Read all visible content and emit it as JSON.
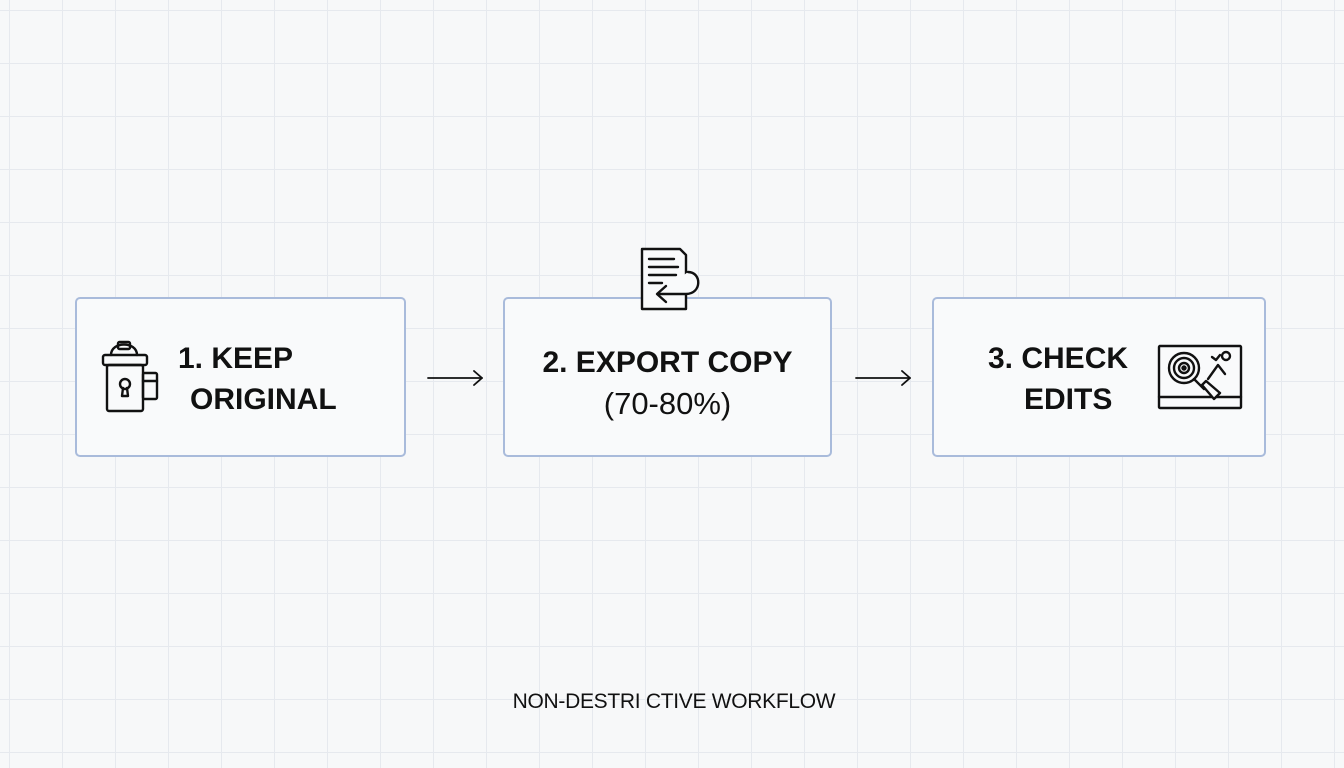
{
  "steps": [
    {
      "line1": "1. KEEP",
      "line2": "ORIGINAL",
      "icon": "padlock-icon"
    },
    {
      "line1": "2. EXPORT COPY",
      "line2": "(70-80%)",
      "icon": "document-export-icon"
    },
    {
      "line1": "3. CHECK",
      "line2": "EDITS",
      "icon": "image-magnify-icon"
    }
  ],
  "connectors": [
    "arrow-right-icon",
    "arrow-right-icon"
  ],
  "caption": "NON-DESTRI CTIVE WORKFLOW",
  "colors": {
    "background": "#f7f8f9",
    "grid_line": "#e6e9ee",
    "box_border": "#a9bbdb",
    "ink": "#111111"
  }
}
